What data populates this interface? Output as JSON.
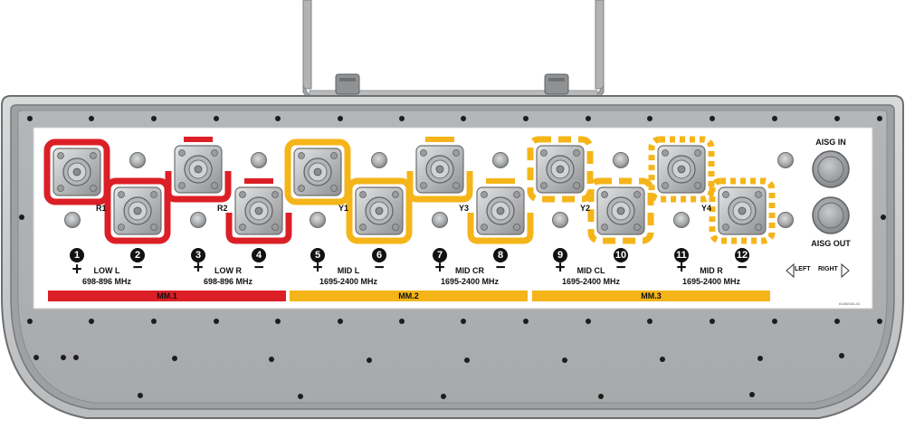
{
  "colors": {
    "red": "#dc1f26",
    "yellow": "#f5b519",
    "housing": "#a9abad",
    "panel": "#ffffff"
  },
  "ports": [
    {
      "num": "1",
      "polarity": "+"
    },
    {
      "num": "2",
      "polarity": "−"
    },
    {
      "num": "3",
      "polarity": "+"
    },
    {
      "num": "4",
      "polarity": "−"
    },
    {
      "num": "5",
      "polarity": "+"
    },
    {
      "num": "6",
      "polarity": "−"
    },
    {
      "num": "7",
      "polarity": "+"
    },
    {
      "num": "8",
      "polarity": "−"
    },
    {
      "num": "9",
      "polarity": "+"
    },
    {
      "num": "10",
      "polarity": "−"
    },
    {
      "num": "11",
      "polarity": "+"
    },
    {
      "num": "12",
      "polarity": "−"
    }
  ],
  "connector_labels": [
    "R1",
    "R2",
    "Y1",
    "Y3",
    "Y2",
    "Y4"
  ],
  "groups": [
    {
      "name": "LOW L",
      "freq": "698-896 MHz"
    },
    {
      "name": "LOW R",
      "freq": "698-896 MHz"
    },
    {
      "name": "MID L",
      "freq": "1695-2400 MHz"
    },
    {
      "name": "MID CR",
      "freq": "1695-2400 MHz"
    },
    {
      "name": "MID CL",
      "freq": "1695-2400 MHz"
    },
    {
      "name": "MID R",
      "freq": "1695-2400 MHz"
    }
  ],
  "bands": [
    {
      "label": "MM.1",
      "color": "#dc1f26"
    },
    {
      "label": "MM.2",
      "color": "#f5b519"
    },
    {
      "label": "MM.3",
      "color": "#f5b519"
    }
  ],
  "aisg": {
    "in": "AISG IN",
    "out": "AISG OUT"
  },
  "direction": {
    "left": "LEFT",
    "right": "RIGHT"
  },
  "part_number": "61460161-01"
}
